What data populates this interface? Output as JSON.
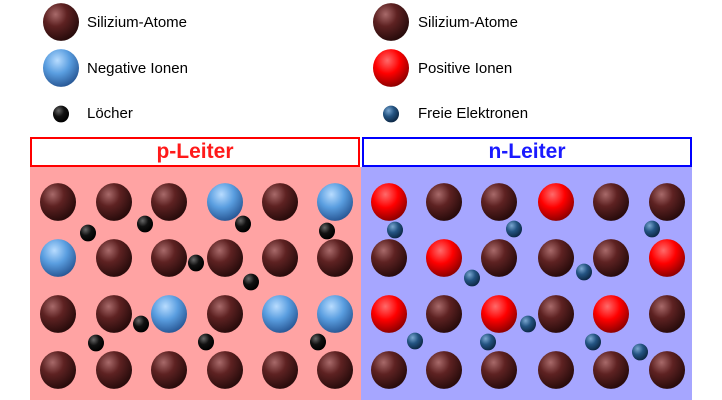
{
  "legend": {
    "left": [
      {
        "type": "si",
        "label": "Silizium-Atome"
      },
      {
        "type": "neg",
        "label": "Negative Ionen"
      },
      {
        "type": "hole",
        "label": "Löcher"
      }
    ],
    "right": [
      {
        "type": "si",
        "label": "Silizium-Atome"
      },
      {
        "type": "pos",
        "label": "Positive Ionen"
      },
      {
        "type": "electron",
        "label": "Freie Elektronen"
      }
    ]
  },
  "p_panel": {
    "title": "p-Leiter",
    "grid": [
      [
        "si",
        "si",
        "si",
        "neg",
        "si",
        "neg"
      ],
      [
        "neg",
        "si",
        "si",
        "si",
        "si",
        "si"
      ],
      [
        "si",
        "si",
        "neg",
        "si",
        "neg",
        "neg"
      ],
      [
        "si",
        "si",
        "si",
        "si",
        "si",
        "si"
      ]
    ],
    "hole_count": 10
  },
  "n_panel": {
    "title": "n-Leiter",
    "grid": [
      [
        "pos",
        "si",
        "si",
        "pos",
        "si",
        "si"
      ],
      [
        "si",
        "pos",
        "si",
        "si",
        "si",
        "pos"
      ],
      [
        "pos",
        "si",
        "pos",
        "si",
        "pos",
        "si"
      ],
      [
        "si",
        "si",
        "si",
        "si",
        "si",
        "si"
      ]
    ],
    "electron_count": 10
  },
  "colors": {
    "si": "#5a1e1e",
    "neg": "#5aa0e0",
    "pos": "#ff0000",
    "hole": "#000000",
    "electron": "#1e4a78",
    "p_bg": "#ffa3a3",
    "n_bg": "#a6a6ff",
    "p_accent": "#ff0000",
    "n_accent": "#0000ff"
  }
}
